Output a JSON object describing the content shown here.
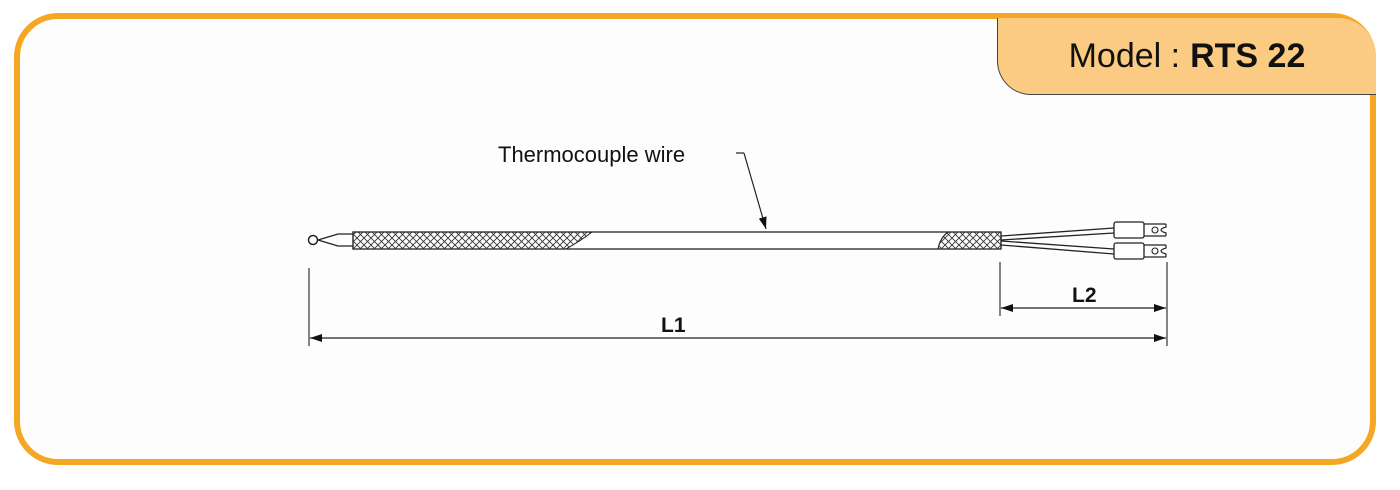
{
  "model": {
    "label": "Model :",
    "value": "RTS 22"
  },
  "annotation": {
    "wire_label": "Thermocouple wire"
  },
  "dimensions": {
    "l1": "L1",
    "l2": "L2"
  },
  "colors": {
    "frame": "#f5a623",
    "tab": "#fbcb83",
    "line": "#222222"
  }
}
